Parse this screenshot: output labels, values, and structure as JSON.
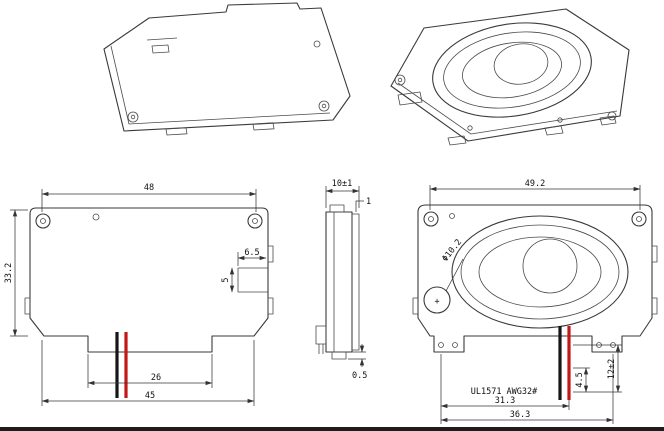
{
  "colors": {
    "line": "#3a3a3a",
    "wire_red": "#c41818",
    "wire_black": "#161616",
    "window_edge": "#1c1c1c"
  },
  "views": {
    "back": {
      "dim_width": "48",
      "dim_height": "33.2",
      "dim_step_depth": "6.5",
      "dim_step_height": "5",
      "dim_wire_gap": "26",
      "dim_bottom_span": "45"
    },
    "side": {
      "dim_depth": "10±1",
      "dim_flange": "1",
      "dim_foot": "0.5"
    },
    "front": {
      "dim_width": "49.2",
      "dim_magnet": "Φ10.2",
      "polarity": "+",
      "dim_tin_length": "4.5",
      "dim_wire_length": "12±2",
      "dim_span_inner": "31.3",
      "dim_span_outer": "36.3",
      "wire_spec": "UL1571 AWG32#"
    }
  }
}
